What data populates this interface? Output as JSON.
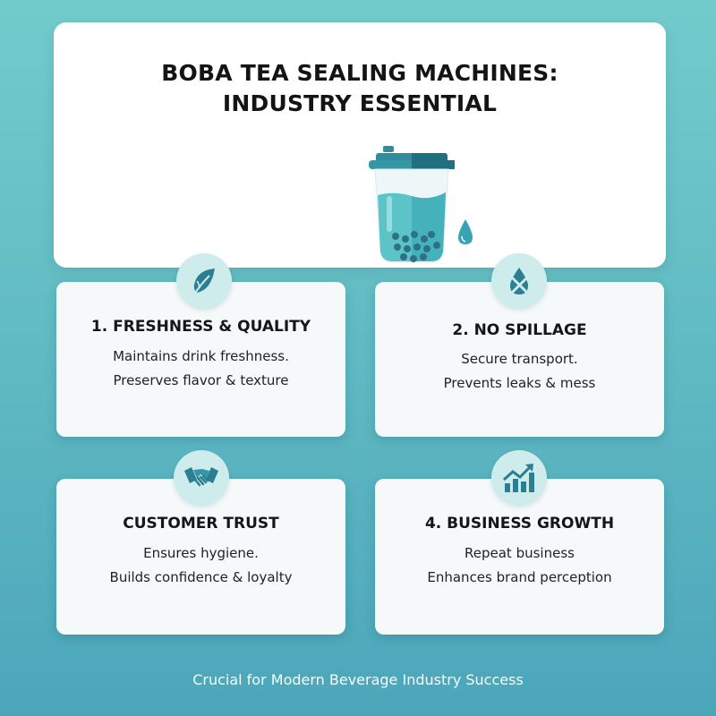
{
  "header": {
    "title_line1": "BOBA TEA SEALING MACHINES:",
    "title_line2": "INDUSTRY ESSENTIAL",
    "illustration": "boba-cup-icon"
  },
  "cards": [
    {
      "icon": "leaf-icon",
      "title": "1. FRESHNESS & QUALITY",
      "line1": "Maintains drink freshness.",
      "line2": "Preserves flavor & texture"
    },
    {
      "icon": "no-drop-icon",
      "title": "2. NO SPILLAGE",
      "line1": "Secure transport.",
      "line2": "Prevents leaks & mess"
    },
    {
      "icon": "handshake-icon",
      "title": "CUSTOMER TRUST",
      "line1": "Ensures hygiene.",
      "line2": "Builds confidence & loyalty"
    },
    {
      "icon": "growth-chart-icon",
      "title": "4. BUSINESS GROWTH",
      "line1": "Repeat business",
      "line2": "Enhances brand perception"
    }
  ],
  "footer": {
    "tagline": "Crucial for Modern Beverage Industry Success"
  },
  "colors": {
    "bg_top": "#72cbcb",
    "bg_bottom": "#4ba6ba",
    "accent_dark": "#2a7f93",
    "accent_light": "#cfeced"
  }
}
